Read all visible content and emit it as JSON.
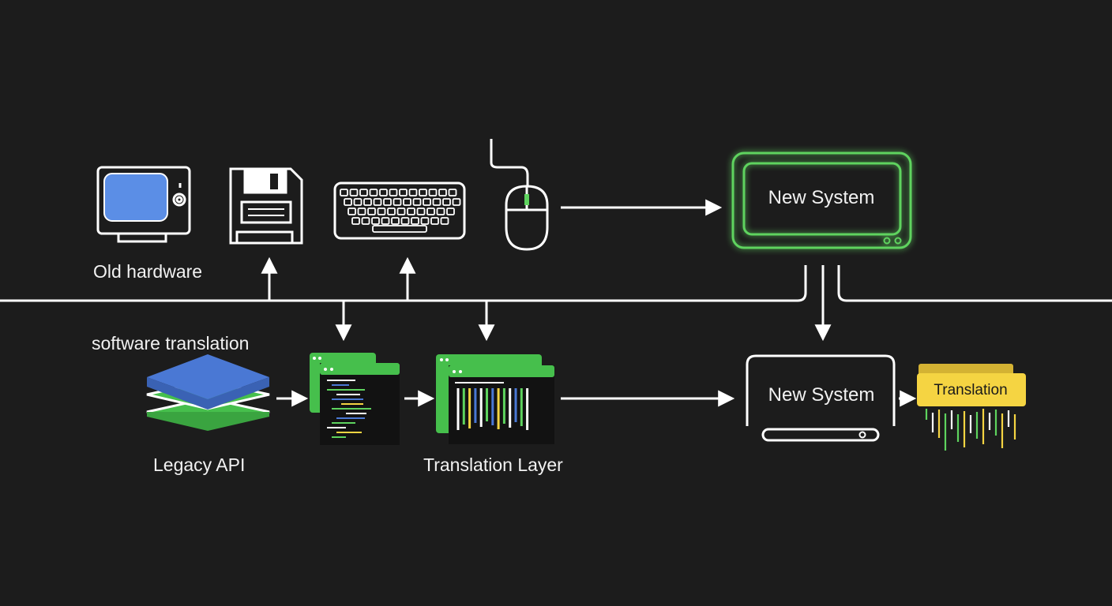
{
  "labels": {
    "old_hardware": "Old hardware",
    "software_translation": "software translation",
    "legacy_api": "Legacy API",
    "translation_layer": "Translation Layer"
  },
  "top_system": {
    "title": "New System"
  },
  "bottom_system": {
    "title": "New System"
  },
  "translation_chip": {
    "label": "Translation"
  },
  "colors": {
    "background": "#1c1c1c",
    "line": "#ffffff",
    "glow_green": "#5ed35e",
    "window_green": "#46bf4c",
    "stack_blue": "#4a78d4",
    "crt_screen": "#5b8ee6",
    "chip_yellow": "#f5d442"
  },
  "icons": [
    "crt-monitor-icon",
    "floppy-disk-icon",
    "keyboard-icon",
    "mouse-icon",
    "layer-stack-icon",
    "code-window-icon",
    "bars-window-icon",
    "folder-icon"
  ]
}
